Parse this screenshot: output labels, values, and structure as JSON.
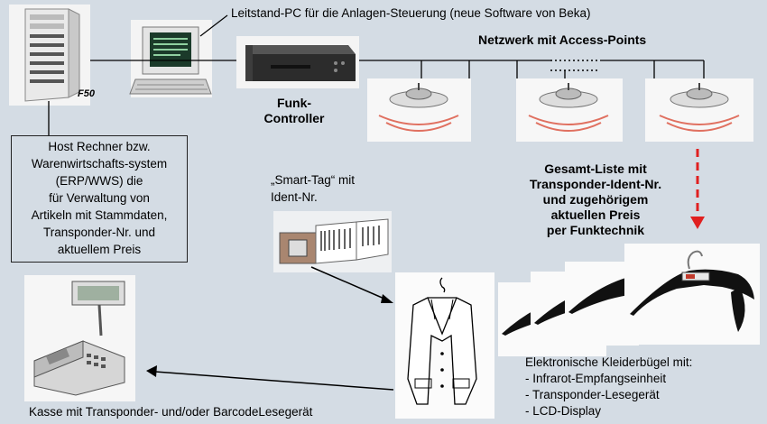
{
  "labels": {
    "leitstand": "Leitstand-PC für die Anlagen-Steuerung (neue Software von Beka)",
    "netzwerk": "Netzwerk mit Access-Points",
    "funk_line1": "Funk-",
    "funk_line2": "Controller",
    "server_model": "F50",
    "smart_tag_line1": "„Smart-Tag“ mit",
    "smart_tag_line2": "Ident-Nr.",
    "kasse": "Kasse mit Transponder- und/oder BarcodeLesegerät"
  },
  "host_box": {
    "lines": [
      "Host Rechner bzw.",
      "Warenwirtschafts-system",
      "(ERP/WWS) die",
      "für Verwaltung von",
      "Artikeln mit Stammdaten,",
      "Transponder-Nr. und",
      "aktuellem Preis"
    ]
  },
  "gesamt_liste": {
    "lines": [
      "Gesamt-Liste mit",
      "Transponder-Ident-Nr.",
      "und zugehörigem",
      "aktuellen Preis",
      "per Funktechnik"
    ]
  },
  "kleiderbuegel": {
    "title": "Elektronische Kleiderbügel mit:",
    "items": [
      "- Infrarot-Empfangseinheit",
      "- Transponder-Lesegerät",
      "-  LCD-Display"
    ]
  },
  "colors": {
    "background": "#d4dce4",
    "signal_arrow": "#e02020",
    "wave": "#e07060"
  }
}
